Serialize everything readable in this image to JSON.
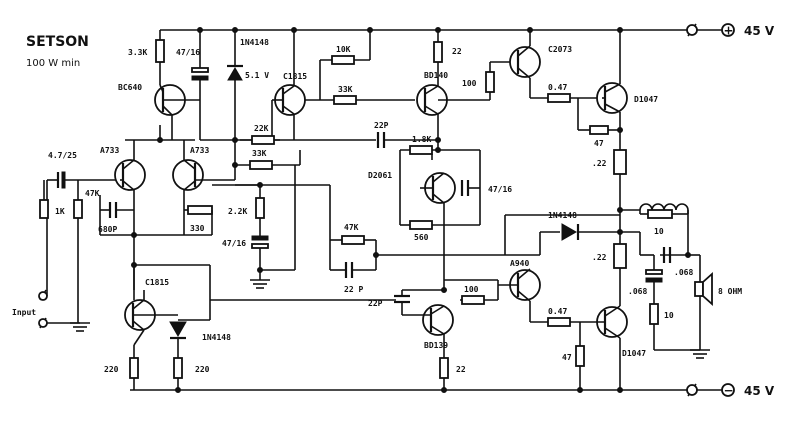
{
  "title": "SETSON",
  "subtitle": "100 W min",
  "rails": {
    "positive": "45 V",
    "negative": "45 V",
    "positive_sign": "+",
    "negative_sign": "−"
  },
  "input": {
    "label": "Input",
    "cap": "4.7/25",
    "r1": "1K",
    "r2": "47K"
  },
  "diff_pair": {
    "q1": "A733",
    "q2": "A733",
    "cap": "680P",
    "r": "330"
  },
  "current_source": {
    "q": "BC640",
    "r": "3.3K",
    "cap": "47/16"
  },
  "zener": {
    "part": "1N4148",
    "value": "5.1 V"
  },
  "vas_upper": {
    "q1": "C1815",
    "q2": "BD140",
    "r_10k": "10K",
    "r_33k_a": "33K",
    "r_22k": "22K",
    "r_33k_b": "33K",
    "r_22": "22",
    "cap_22p": "22P"
  },
  "feedback": {
    "r_2k2": "2.2K",
    "cap": "47/16",
    "r_47k": "47K",
    "cap_22p": "22 P"
  },
  "bias": {
    "q": "D2061",
    "r_18k": "1.8K",
    "r_560": "560",
    "cap": "47/16"
  },
  "lower_source": {
    "q": "C1815",
    "diode": "1N4148",
    "r1": "220",
    "r2": "220"
  },
  "vas_lower": {
    "q": "BD139",
    "cap": "22P",
    "r_100": "100",
    "r_22": "22"
  },
  "drivers": {
    "upper": "C2073",
    "lower": "A940",
    "r_100": "100",
    "diode": "1N4148"
  },
  "outputs": {
    "upper": "D1047",
    "lower": "D1047",
    "r_047a": "0.47",
    "r_047b": "0.47",
    "r_47a": "47",
    "r_47b": "47",
    "re1": ".22",
    "re2": ".22"
  },
  "zobel": {
    "coil_r": "10",
    "cap1": ".068",
    "cap2": ".068",
    "r": "10",
    "speaker": "8 OHM"
  }
}
